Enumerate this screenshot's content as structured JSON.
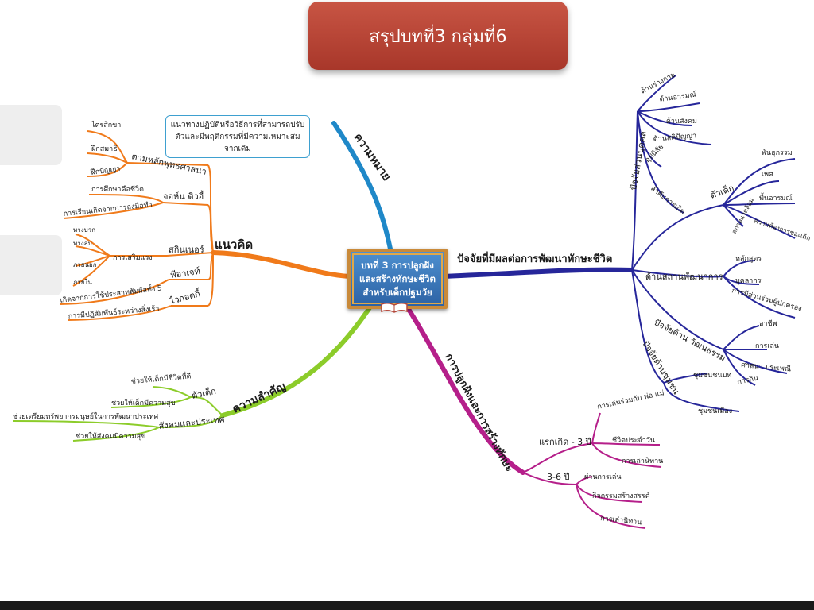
{
  "title": "สรุปบทที่3 กลุ่มที่6",
  "center": {
    "lines": [
      "บทที่ 3 การปลูกฝัง",
      "และสร้างทักษะชีวิต",
      "สำหรับเด็กปฐมวัย"
    ]
  },
  "definition": {
    "lines": [
      "แนวทางปฏิบัติหรือวิธีการที่สามารถปรับ",
      "ตัวและมีพฤติกรรมที่มีความเหมาะสม",
      "จากเดิม"
    ]
  },
  "colors": {
    "meaning": "#1f88c8",
    "concept": "#f07a1a",
    "importance": "#8ccc2a",
    "cultivation": "#b51f8a",
    "factors": "#26269a",
    "title_bg": "#b5473a"
  },
  "branches": {
    "meaning": "ความหมาย",
    "concept": {
      "label": "แนวคิด",
      "buddhist": {
        "label": "ตามหลักพุทธศาสนา",
        "items": [
          "ไตรสิกขา",
          "ฝึกสมาธิ",
          "ฝึกปัญญา"
        ]
      },
      "dewey": {
        "label": "จอห์น ดิวอี้",
        "items": [
          "การศึกษาคือชีวิต",
          "การเรียนเกิดจากการลงมือทำ"
        ]
      },
      "skinner": {
        "label": "สกินเนอร์",
        "mid": "การเสริมแรง",
        "items": [
          "ทางบวก",
          "ทางลบ",
          "ภายนอก",
          "ภายใน"
        ]
      },
      "piaget": {
        "label": "พีอาเจท์",
        "items": [
          "เกิดจากการใช้ประสาทสัมผัสทั้ง 5"
        ]
      },
      "vygotsky": {
        "label": "ไวกอตกี้",
        "items": [
          "การมีปฏิสัมพันธ์ระหว่างสิ่งเร้า"
        ]
      }
    },
    "importance": {
      "label": "ความสำคัญ",
      "child": {
        "label": "ตัวเด็ก",
        "items": [
          "ช่วยให้เด็กมีชีวิตที่ดี",
          "ช่วยให้เด็กมีความสุข"
        ]
      },
      "society": {
        "label": "สังคมและประเทศ",
        "items": [
          "ช่วยเตรียมทรัพยากรมนุษย์ในการพัฒนาประเทศ",
          "ช่วยให้สังคมมีความสุข"
        ]
      }
    },
    "cultivation": {
      "label": "การปลูกฝังและการสร้างทักษะ",
      "age0_3": {
        "label": "แรกเกิด - 3 ปี",
        "items": [
          "การเล่นร่วมกับ พ่อ แม่",
          "ชีวิตประจำวัน",
          "การเล่านิทาน"
        ]
      },
      "age3_6": {
        "label": "3-6 ปี",
        "items": [
          "ผ่านการเล่น",
          "กิจกรรมสร้างสรรค์",
          "การเล่านิทาน"
        ]
      }
    },
    "factors": {
      "label": "ปัจจัยที่มีผลต่อการพัฒนาทักษะชีวิต",
      "personal": {
        "label": "ปัจจัยส่วนบุคคล",
        "items": [
          "ด้านร่างกาย",
          "ด้านอารมณ์",
          "ด้านสังคม",
          "ด้านสติปัญญา",
          "อุปนิสัย",
          "ลำดับการเกิด"
        ]
      },
      "child": {
        "label": "ตัวเด็ก",
        "items": [
          "พันธุกรรม",
          "เพศ",
          "พื้นอารมณ์",
          "สภาพแวดล้อม",
          "ความต้องการของเด็ก"
        ]
      },
      "institution": {
        "label": "ด้านสถานพัฒนาการ",
        "items": [
          "หลักสูตร",
          "บุคลากร",
          "การมีส่วนร่วมผู้ปกครอง"
        ]
      },
      "culture": {
        "label": "ปัจจัยด้าน วัฒนธรรม",
        "items": [
          "อาชีพ",
          "การเล่น",
          "ศาสนา ประเพณี",
          "การกิน"
        ]
      },
      "community": {
        "label": "ปัจจัยด้านชุมชน",
        "items": [
          "ชุมชนชนบท",
          "ชุมชนเมือง"
        ]
      }
    }
  }
}
